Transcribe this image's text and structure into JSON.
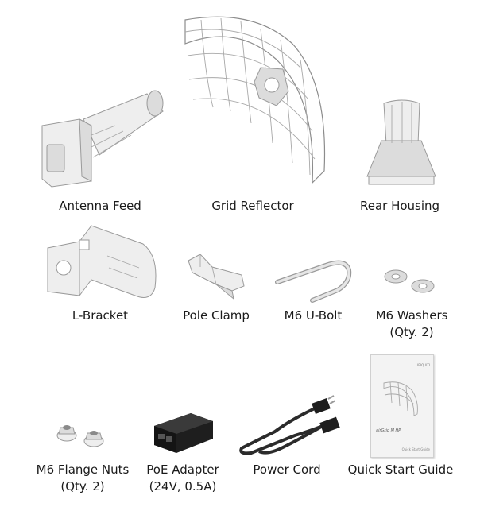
{
  "items": [
    {
      "label": "Antenna Feed"
    },
    {
      "label": "Grid Reflector"
    },
    {
      "label": "Rear Housing"
    },
    {
      "label": "L-Bracket"
    },
    {
      "label": "Pole Clamp"
    },
    {
      "label": "M6 U-Bolt"
    },
    {
      "label": "M6 Washers",
      "sublabel": "(Qty. 2)"
    },
    {
      "label": "M6 Flange Nuts",
      "sublabel": "(Qty. 2)"
    },
    {
      "label": "PoE Adapter",
      "sublabel": "(24V, 0.5A)"
    },
    {
      "label": "Power Cord"
    },
    {
      "label": "Quick Start Guide"
    }
  ],
  "guide_cover": {
    "brand": "UBIQUITI",
    "product": "airGrid M HP",
    "footer": "Quick Start Guide"
  }
}
